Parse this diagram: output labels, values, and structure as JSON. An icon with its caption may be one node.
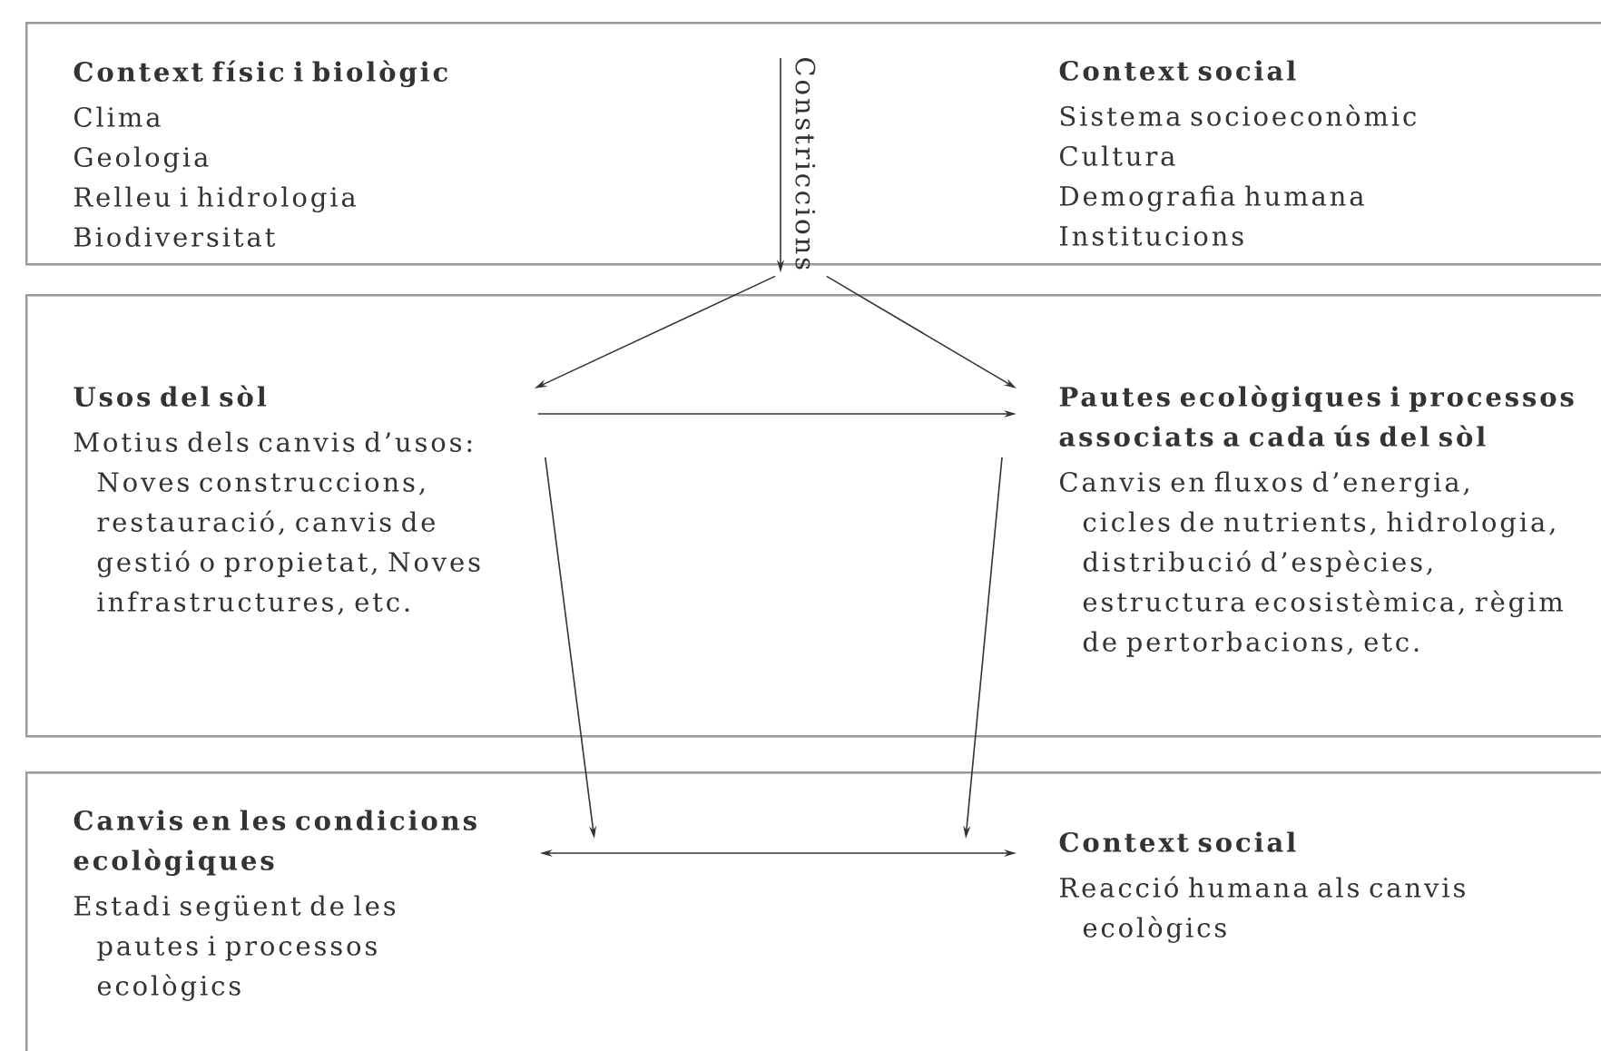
{
  "diagram": {
    "nodes": [
      {
        "text": [],
        "shape": "box"
      },
      {
        "text": [
          "Context físic i biològic",
          "Clima",
          "Geologia",
          "Relleu i hidrologia",
          "Biodiversitat"
        ],
        "in": 0
      },
      {
        "text": [
          "Constriccions"
        ],
        "in": 0
      },
      {
        "text": [
          "Context social",
          "Sistema socioeconòmic",
          "Cultura",
          "Demografia humana",
          "Institucions"
        ],
        "in": 0
      },
      {
        "text": [],
        "shape": "box"
      },
      {
        "text": [
          "Usos del sòl",
          "Motius dels canvis d’usos: Noves construccions, restauració, canvis de gestió o propietat, Noves infrastructures, etc."
        ],
        "in": 4
      },
      {
        "text": [
          "Pautes ecològiques i processos associats a cada ús del sòl",
          "Canvis en fluxos d’energia, cicles de nutrients, hidrologia, distribució d’espècies, estructura ecosistèmica, règim de pertorbacions, etc."
        ],
        "in": 4
      },
      {
        "text": [],
        "shape": "box"
      },
      {
        "text": [
          "Canvis en les condicions ecològiques",
          "Estadi següent de les pautes i processos ecològics"
        ],
        "in": 7
      },
      {
        "text": [
          "Context social",
          "Reacció humana als canvis ecològics"
        ],
        "in": 7
      }
    ],
    "edges": [
      {
        "from": null,
        "to": 2,
        "arrow": "to"
      },
      {
        "from": 2,
        "to": 5,
        "arrow": "to"
      },
      {
        "from": 2,
        "to": 6,
        "arrow": "to"
      },
      {
        "from": 5,
        "to": 6,
        "arrow": "to"
      },
      {
        "from": 5,
        "to": 8,
        "arrow": "to"
      },
      {
        "from": 6,
        "to": 9,
        "arrow": "to"
      },
      {
        "from": 8,
        "to": 9,
        "arrow": "both"
      }
    ]
  }
}
